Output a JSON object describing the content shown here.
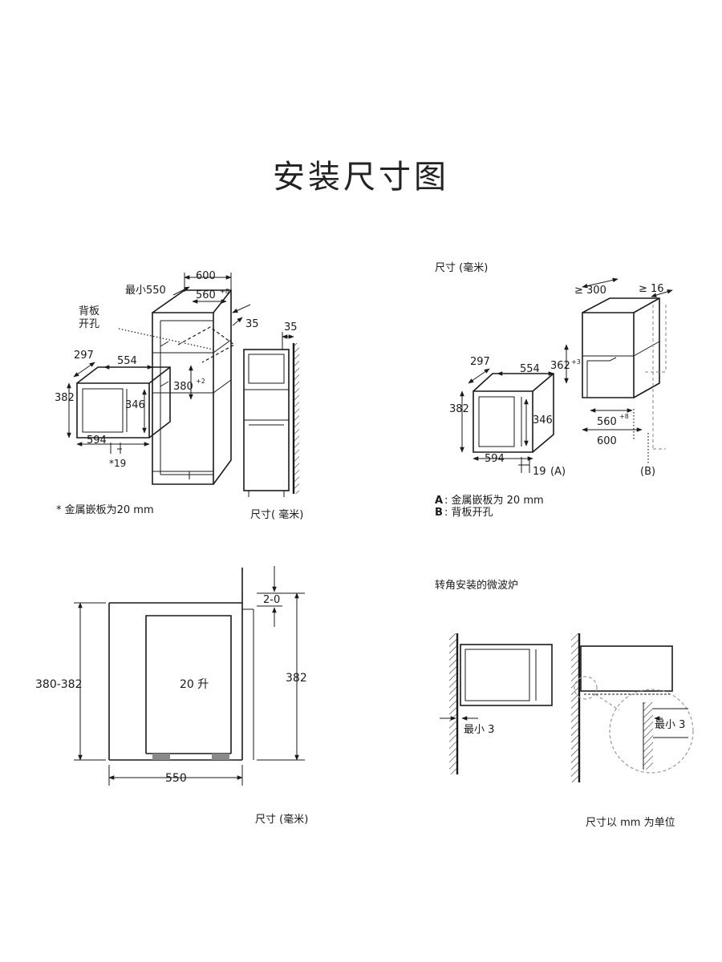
{
  "title": "安装尺寸图",
  "panel1": {
    "dims": {
      "d600": "600",
      "min550": "最小550",
      "d560": "560",
      "d560_tol": "+8",
      "d35a": "35",
      "d35b": "35",
      "d297": "297",
      "d554": "554",
      "d382": "382",
      "d346": "346",
      "d380": "380",
      "d380_tol": "+2",
      "d594": "594",
      "d19": "*19"
    },
    "back_hole_line1": "背板",
    "back_hole_line2": "开孔",
    "footnote": "* 金属嵌板为20 mm",
    "unit_label": "尺寸( 毫米)"
  },
  "panel2": {
    "unit_label": "尺寸 (毫米)",
    "dims": {
      "ge300": "≥ 300",
      "ge16": "≥ 16",
      "d297": "297",
      "d554": "554",
      "d362": "362",
      "d362_tol": "+3",
      "d382": "382",
      "d346": "346",
      "d560": "560",
      "d560_tol": "+8",
      "d600": "600",
      "d594": "594",
      "d19": "19",
      "markA": "(A)",
      "markB": "(B)"
    },
    "legendA_key": "A",
    "legendA_text": ": 金属嵌板为 20 mm",
    "legendB_key": "B",
    "legendB_text": ": 背板开孔"
  },
  "panel3": {
    "d380_382": "380-382",
    "d20L": "20 升",
    "d2_0": "2-0",
    "d382": "382",
    "d550": "550",
    "unit_label": "尺寸 (毫米)"
  },
  "panel4": {
    "heading": "转角安装的微波炉",
    "min3_a": "最小 3",
    "min3_b": "最小 3",
    "unit_label": "尺寸以 mm 为单位"
  }
}
